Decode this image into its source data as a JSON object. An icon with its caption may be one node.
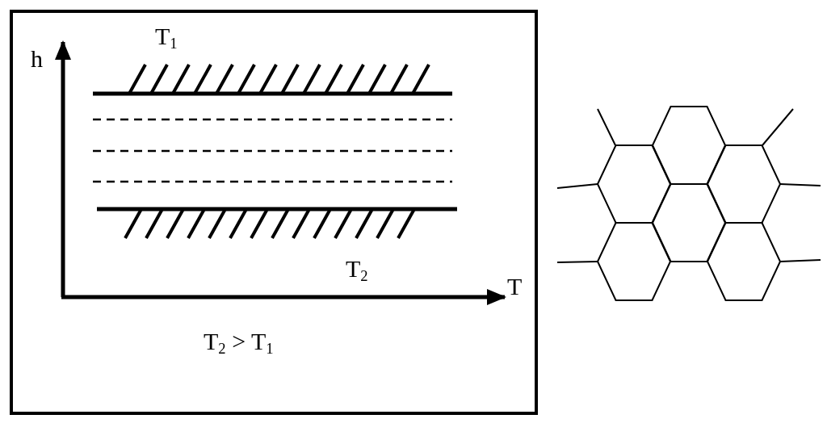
{
  "diagram": {
    "labels": [
      "h",
      "T$_{1}$",
      "T$_{2}$",
      "T",
      "T$_{2}$ > T$_{1}$"
    ]
  }
}
